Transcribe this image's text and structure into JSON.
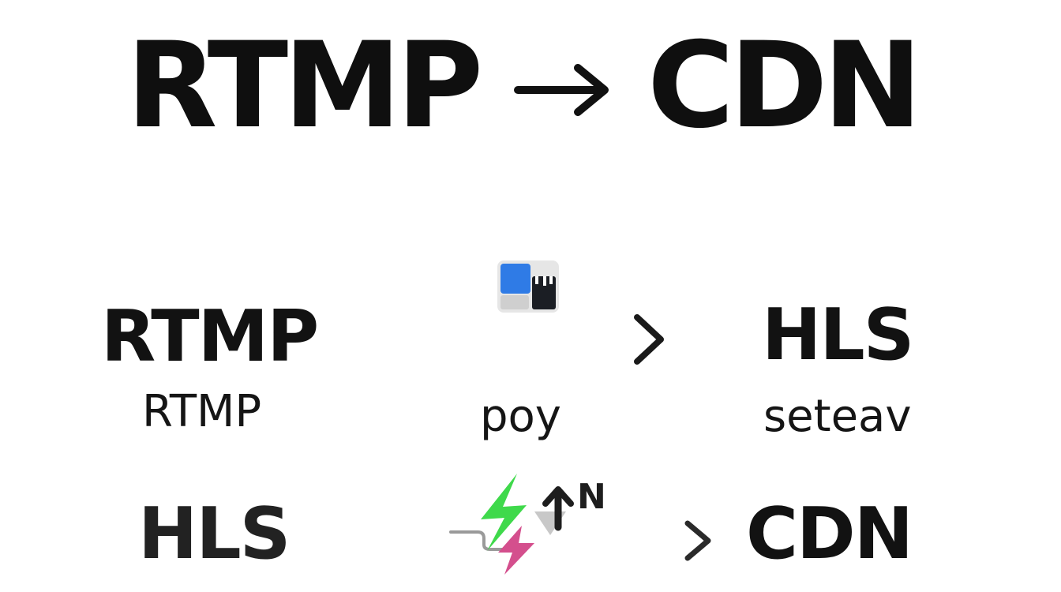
{
  "header": {
    "title_left": "RTMP",
    "title_right": "CDN"
  },
  "row_one": {
    "source_label": "RTMP",
    "source_sublabel": "RTMP",
    "middle_label": "poy",
    "target_label": "HLS",
    "target_sublabel": "seteav"
  },
  "row_two": {
    "source_label": "HLS",
    "icon_letter": "N",
    "target_label": "CDN"
  },
  "icons": {
    "title_arrow": "right-arrow-icon",
    "tile": "split-tile-icon",
    "long_arrow": "long-right-arrow-icon",
    "cluster": "lightning-arrows-icon",
    "short_arrow": "right-arrow-icon"
  },
  "colors": {
    "blue": "#2f7be6",
    "green": "#3fd94b",
    "pink": "#d44f8d",
    "dark": "#161616"
  }
}
